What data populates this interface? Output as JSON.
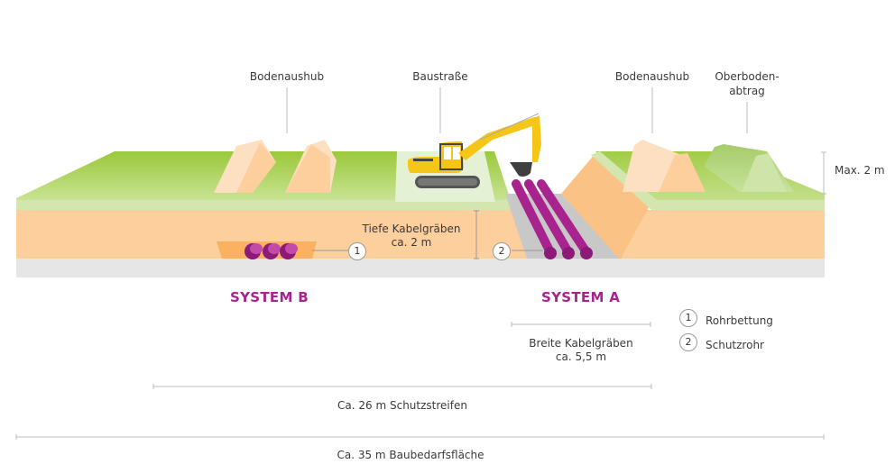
{
  "diagram": {
    "labels": {
      "soil_left": "Bodenaushub",
      "construction_road": "Baustraße",
      "soil_right": "Bodenaushub",
      "topsoil_line1": "Oberboden-",
      "topsoil_line2": "abtrag",
      "max_height": "Max. 2 m",
      "deep_trench_line1": "Tiefe Kabelgräben",
      "deep_trench_line2": "ca. 2 m",
      "wide_trench_line1": "Breite Kabelgräben",
      "wide_trench_line2": "ca. 5,5 m",
      "protection_strip": "Ca. 26 m Schutzstreifen",
      "construction_area": "Ca. 35 m Baubedarfsfläche"
    },
    "systems": {
      "b": "SYSTEM B",
      "a": "SYSTEM A"
    },
    "callouts": {
      "one": "1",
      "two": "2"
    },
    "legend": [
      {
        "number": "1",
        "label": "Rohrbettung"
      },
      {
        "number": "2",
        "label": "Schutzrohr"
      }
    ],
    "colors": {
      "grass_top": "#9cc93c",
      "grass_bottom": "#c5e08f",
      "grass_strip": "#d4e6b0",
      "soil": "#fdcf9c",
      "soil_dark": "#fbc285",
      "soil_pile_light": "#fde0c2",
      "bedrock": "#e6e6e6",
      "trench_gray": "#c8c8c8",
      "pipe": "#a8238e",
      "excavator": "#f5c518",
      "accent": "#a8238e"
    }
  }
}
